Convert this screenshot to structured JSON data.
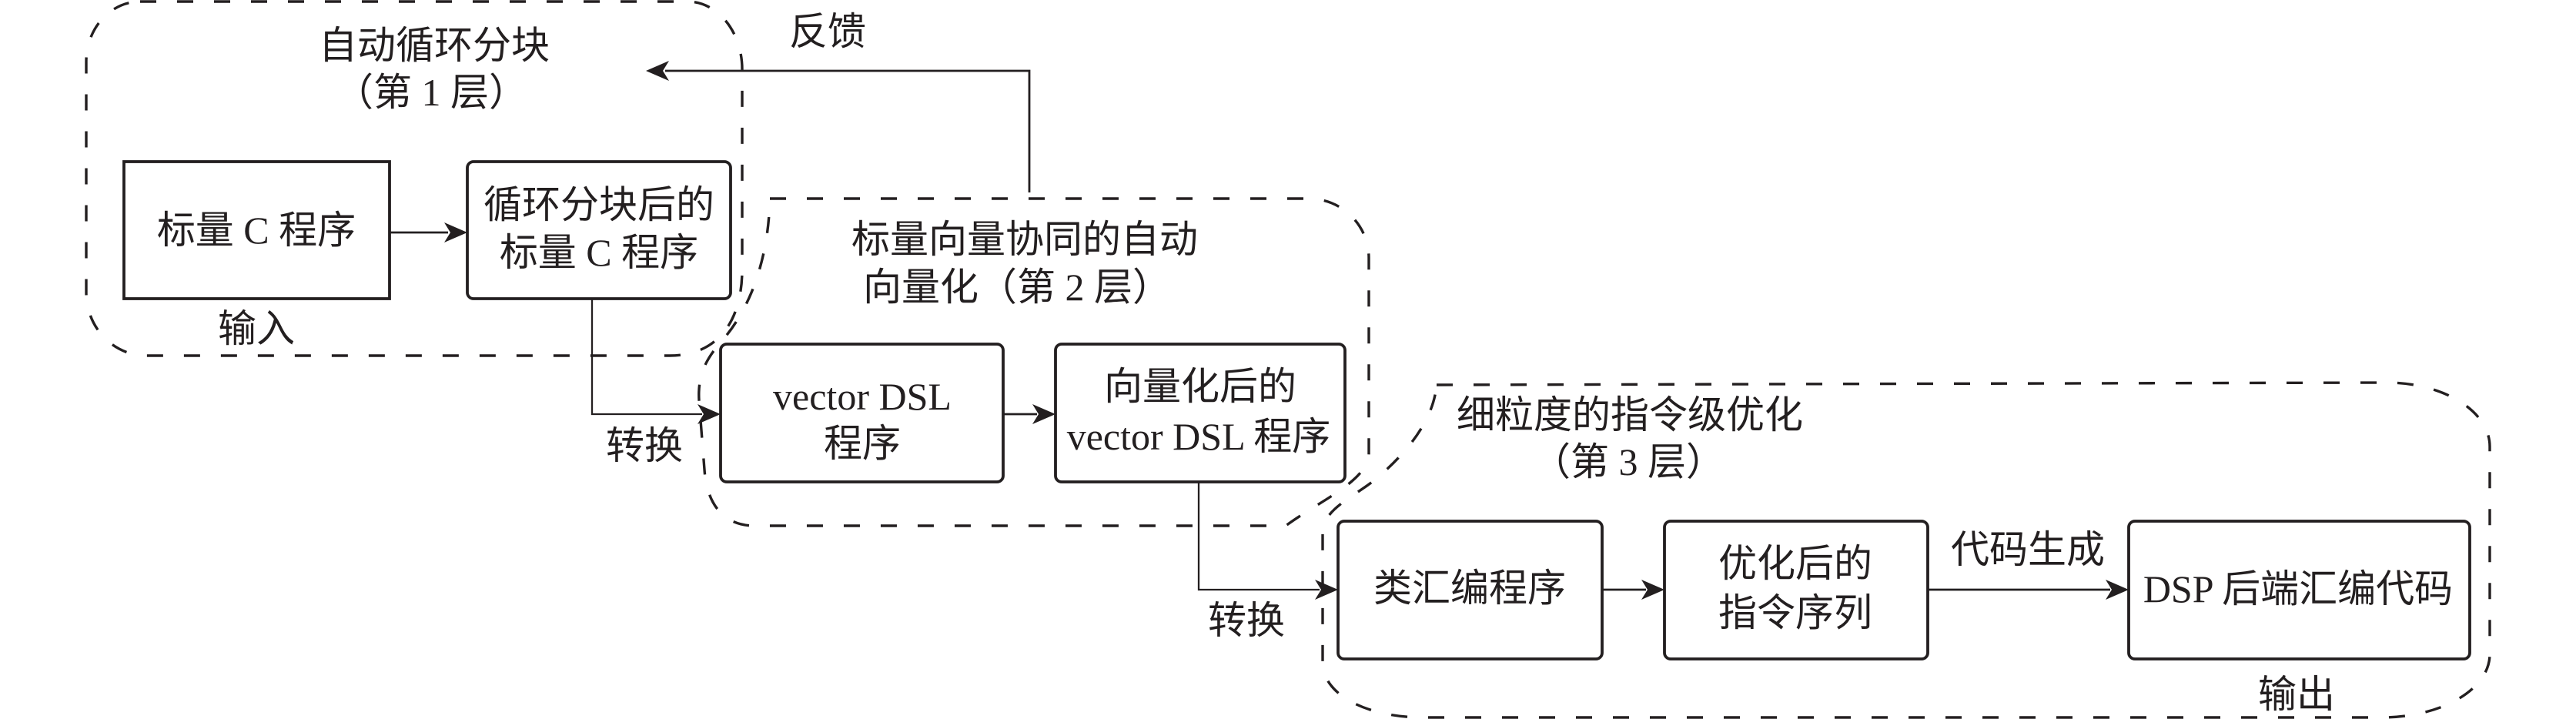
{
  "diagram": {
    "edge_labels": {
      "feedback": "反馈",
      "convert_to_dsl": "转换",
      "convert_to_asm": "转换",
      "code_generation": "代码生成"
    },
    "io_labels": {
      "input": "输入",
      "output": "输出"
    },
    "layers": [
      {
        "title": [
          "自动循环分块",
          "（第 1 层）"
        ],
        "nodes": [
          {
            "lines": [
              "标量 C 程序"
            ]
          },
          {
            "lines": [
              "循环分块后的",
              "标量 C 程序"
            ]
          }
        ]
      },
      {
        "title": [
          "标量向量协同的自动",
          "向量化（第 2 层）"
        ],
        "nodes": [
          {
            "lines": [
              "vector DSL",
              "程序"
            ]
          },
          {
            "lines": [
              "向量化后的",
              "vector DSL 程序"
            ]
          }
        ]
      },
      {
        "title": [
          "细粒度的指令级优化",
          "（第 3 层）"
        ],
        "nodes": [
          {
            "lines": [
              "类汇编程序"
            ]
          },
          {
            "lines": [
              "优化后的",
              "指令序列"
            ]
          },
          {
            "lines": [
              "DSP 后端汇编代码"
            ]
          }
        ]
      }
    ],
    "edges": [
      {
        "from": "标量 C 程序",
        "to": "循环分块后的标量 C 程序",
        "label": ""
      },
      {
        "from": "循环分块后的标量 C 程序",
        "to": "vector DSL 程序",
        "label": "转换"
      },
      {
        "from": "vector DSL 程序",
        "to": "向量化后的 vector DSL 程序",
        "label": ""
      },
      {
        "from": "第 2 层",
        "to": "第 1 层",
        "label": "反馈"
      },
      {
        "from": "向量化后的 vector DSL 程序",
        "to": "类汇编程序",
        "label": "转换"
      },
      {
        "from": "类汇编程序",
        "to": "优化后的指令序列",
        "label": ""
      },
      {
        "from": "优化后的指令序列",
        "to": "DSP 后端汇编代码",
        "label": "代码生成"
      }
    ]
  },
  "colors": {
    "ink": "#231f20",
    "background": "#ffffff"
  }
}
